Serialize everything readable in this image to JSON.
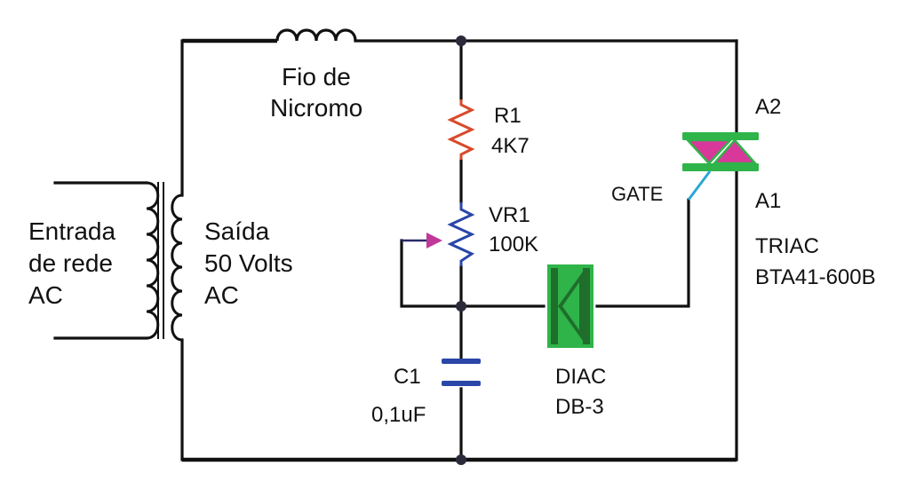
{
  "labels": {
    "input_line1": "Entrada",
    "input_line2": "de rede",
    "input_line3": "AC",
    "output_line1": "Saída",
    "output_line2": "50 Volts",
    "output_line3": "AC",
    "nichrome_line1": "Fio de",
    "nichrome_line2": "Nicromo",
    "r1_name": "R1",
    "r1_value": "4K7",
    "vr1_name": "VR1",
    "vr1_value": "100K",
    "c1_name": "C1",
    "c1_value": "0,1uF",
    "diac_name": "DIAC",
    "diac_part": "DB-3",
    "gate": "GATE",
    "a2": "A2",
    "a1": "A1",
    "triac_name": "TRIAC",
    "triac_part": "BTA41-600B"
  },
  "colors": {
    "wire": "#111111",
    "resistor": "#d84a2a",
    "potentiometer": "#2a46a8",
    "wiper_arrow": "#c0399a",
    "capacitor": "#2a46a8",
    "diac_body": "#2fb44a",
    "diac_core": "#1f6e2c",
    "triac_bar": "#2fb44a",
    "triac_fill": "#d8389a",
    "gate_lead": "#2aa7d6"
  }
}
